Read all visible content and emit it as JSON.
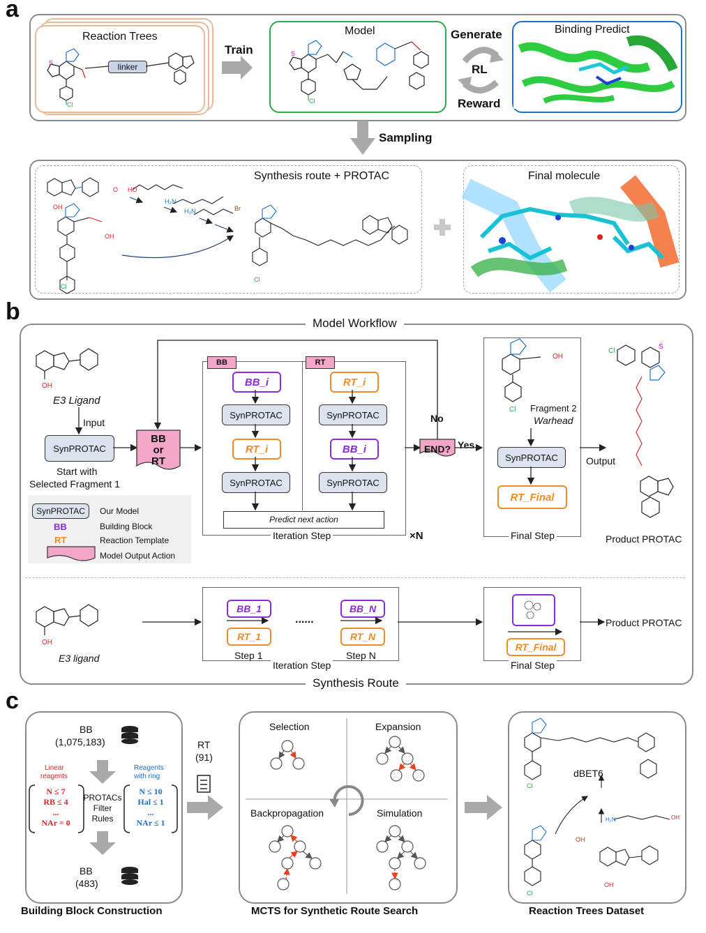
{
  "panels": {
    "a": "a",
    "b": "b",
    "c": "c"
  },
  "a": {
    "reaction_trees": "Reaction Trees",
    "linker": "linker",
    "train": "Train",
    "model": "Model",
    "generate": "Generate",
    "rl": "RL",
    "reward": "Reward",
    "binding_predict": "Binding Predict",
    "sampling": "Sampling",
    "synthesis_route": "Synthesis route  + PROTAC",
    "final_molecule": "Final molecule"
  },
  "b": {
    "model_workflow": "Model Workflow",
    "e3_ligand": "E3 Ligand",
    "input": "Input",
    "synprotac": "SynPROTAC",
    "start_with": "Start with",
    "selected_fragment": "Selected Fragment 1",
    "bb_or_rt_1": "BB",
    "bb_or_rt_2": "or",
    "bb_or_rt_3": "RT",
    "tag_bb": "BB",
    "tag_rt": "RT",
    "bb_i": "BB_i",
    "rt_i": "RT_i",
    "predict_next": "Predict next action",
    "iteration_step": "Iteration Step",
    "times_n": "×N",
    "no": "No",
    "yes": "Yes",
    "end": "END?",
    "fragment2": "Fragment 2",
    "warhead": "Warhead",
    "rt_final": "RT_Final",
    "final_step": "Final Step",
    "output": "Output",
    "product_protac": "Product PROTAC",
    "legend": {
      "our_model": "Our Model",
      "bb": "BB",
      "building_block": "Building Block",
      "rt": "RT",
      "reaction_template": "Reaction Template",
      "model_output": "Model Output Action"
    },
    "route": {
      "e3_ligand": "E3 ligand",
      "bb_1": "BB_1",
      "rt_1": "RT_1",
      "bb_n": "BB_N",
      "rt_n": "RT_N",
      "dots": "......",
      "step1": "Step 1",
      "stepn": "Step N",
      "iteration_step": "Iteration Step",
      "final_step": "Final Step",
      "rt_final": "RT_Final",
      "product": "Product PROTAC"
    },
    "synthesis_route": "Synthesis Route"
  },
  "c": {
    "bb_top": "BB",
    "bb_top_count": "(1,075,183)",
    "linear_reagents_1": "Linear",
    "linear_reagents_2": "reagents",
    "reagents_ring_1": "Reagents",
    "reagents_ring_2": "with ring",
    "linear_rules": [
      "N ≤ 7",
      "RB ≤ 4",
      "...",
      "NAr = 0"
    ],
    "ring_rules": [
      "N ≤ 10",
      "Hal ≤ 1",
      "...",
      "NAr ≤ 1"
    ],
    "filter_1": "PROTACs",
    "filter_2": "Filter",
    "filter_3": "Rules",
    "bb_bottom": "BB",
    "bb_bottom_count": "(483)",
    "rt": "RT",
    "rt_count": "(91)",
    "selection": "Selection",
    "expansion": "Expansion",
    "backpropagation": "Backpropagation",
    "simulation": "Simulation",
    "dbet6": "dBET6",
    "caption_1": "Building Block Construction",
    "caption_2": "MCTS for Synthetic Route Search",
    "caption_3": "Reaction Trees Dataset"
  },
  "colors": {
    "purple": "#8a2be2",
    "orange": "#f08a24",
    "pink": "#f4a6c9",
    "green": "#2aa84a",
    "blue": "#1f6fc7",
    "tan": "#e9b99a"
  }
}
